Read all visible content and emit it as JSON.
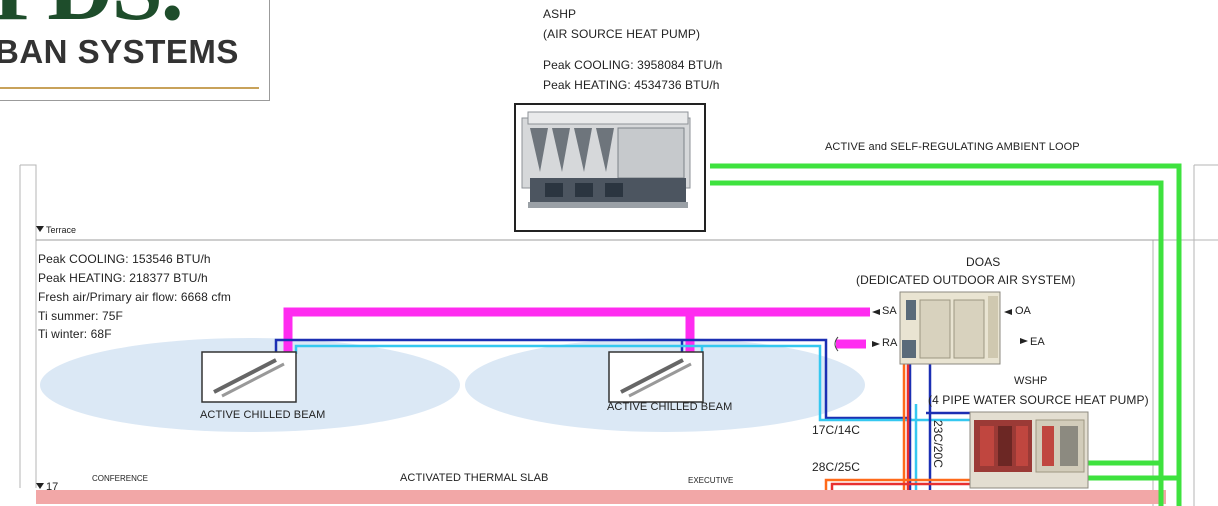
{
  "logo": {
    "partial_top_text": "PDS.",
    "subtitle": "BAN SYSTEMS",
    "accent_color": "#c8a25a",
    "brand_color": "#1e4d2b"
  },
  "ashp": {
    "title": "ASHP",
    "subtitle": "(AIR SOURCE HEAT PUMP)",
    "peak_cooling": "Peak COOLING: 3958084 BTU/h",
    "peak_heating": "Peak HEATING: 4534736 BTU/h"
  },
  "ambient_loop_label": "ACTIVE and SELF-REGULATING AMBIENT LOOP",
  "levels": {
    "terrace": "Terrace",
    "level_17": "17"
  },
  "zone_info": {
    "peak_cooling": "Peak COOLING: 153546 BTU/h",
    "peak_heating": "Peak HEATING: 218377 BTU/h",
    "fresh_air": "Fresh air/Primary air flow: 6668 cfm",
    "ti_summer": "Ti summer: 75F",
    "ti_winter": "Ti winter: 68F"
  },
  "doas": {
    "title": "DOAS",
    "subtitle": "(DEDICATED OUTDOOR AIR SYSTEM)",
    "sa": "SA",
    "ra": "RA",
    "oa": "OA",
    "ea": "EA"
  },
  "wshp": {
    "title": "WSHP",
    "subtitle": "(4 PIPE WATER SOURCE HEAT PUMP)"
  },
  "beams": [
    "ACTIVE CHILLED BEAM",
    "ACTIVE CHILLED BEAM"
  ],
  "temps": {
    "chilled": "17C/14C",
    "loop": "23C/20C",
    "heating": "28C/25C"
  },
  "rooms": {
    "conference": "CONFERENCE",
    "executive": "EXECUTIVE"
  },
  "slab_label": "ACTIVATED THERMAL SLAB",
  "colors": {
    "loop_green": "#3ee23e",
    "supply_air_magenta": "#ff2cf0",
    "chilled_blue": "#1b2fb3",
    "chilled_cyan": "#35c8f0",
    "hot_orange": "#ff6a1a",
    "hot_red": "#e83030",
    "slab_red": "#f2a7a7",
    "zone_blue": "#dbe8f5"
  }
}
